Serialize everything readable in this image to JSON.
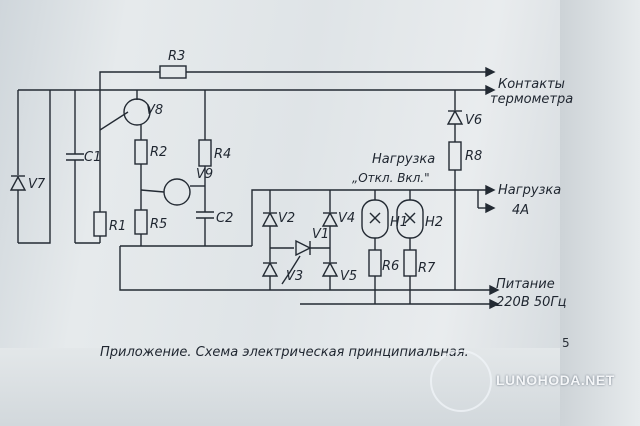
{
  "labels": {
    "R3": "R3",
    "V8": "V8",
    "R2": "R2",
    "R4": "R4",
    "V9": "V9",
    "C1": "C1",
    "V7": "V7",
    "R1": "R1",
    "R5": "R5",
    "C2": "C2",
    "V2": "V2",
    "V3": "V3",
    "V1": "V1",
    "V4": "V4",
    "V5": "V5",
    "H1": "H1",
    "H2": "H2",
    "R6": "R6",
    "R7": "R7",
    "V6": "V6",
    "R8": "R8"
  },
  "terminals": {
    "contacts": "Контакты",
    "thermometer": "термометра",
    "load_title": "Нагрузка",
    "load_modes": "„Откл.  Вкл.\"",
    "load_out": "Нагрузка",
    "load_current": "4А",
    "power": "Питание",
    "power_value": "220В 50Гц"
  },
  "caption": "Приложение. Схема электрическая принципиальная.",
  "page_number": "5",
  "watermark": "LUNOHODA.NET"
}
